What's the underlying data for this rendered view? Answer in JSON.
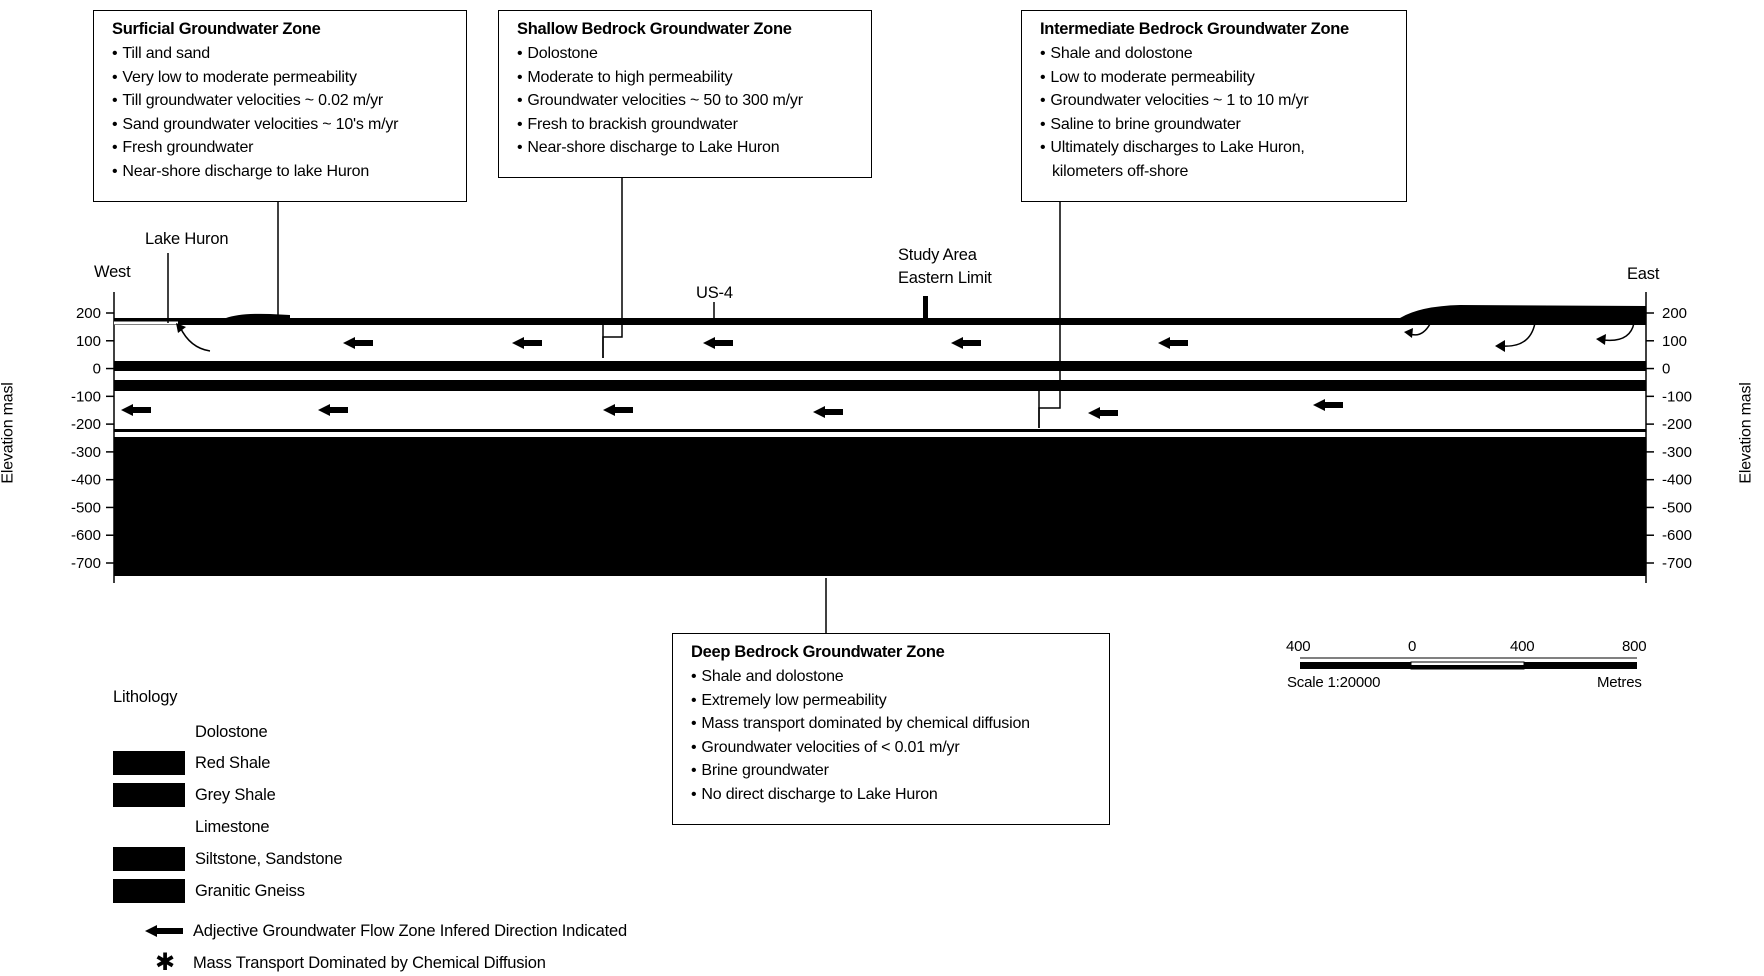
{
  "zones": {
    "surficial": {
      "title": "Surficial Groundwater Zone",
      "items": [
        "Till and sand",
        "Very low to moderate permeability",
        "Till groundwater velocities ~ 0.02 m/yr",
        "Sand groundwater velocities ~ 10's m/yr",
        "Fresh groundwater",
        "Near-shore discharge to lake Huron"
      ]
    },
    "shallow": {
      "title": "Shallow Bedrock Groundwater Zone",
      "items": [
        "Dolostone",
        "Moderate to high permeability",
        "Groundwater velocities ~ 50 to 300 m/yr",
        "Fresh to brackish groundwater",
        "Near-shore discharge to Lake Huron"
      ]
    },
    "intermediate": {
      "title": "Intermediate Bedrock Groundwater Zone",
      "items": [
        "Shale and dolostone",
        "Low to moderate permeability",
        "Groundwater velocities ~ 1 to 10 m/yr",
        "Saline to brine groundwater",
        "Ultimately discharges to Lake Huron,",
        "kilometers off-shore"
      ]
    },
    "deep": {
      "title": "Deep Bedrock Groundwater Zone",
      "items": [
        "Shale and dolostone",
        "Extremely low permeability",
        "Mass transport dominated by chemical diffusion",
        "Groundwater velocities of < 0.01 m/yr",
        "Brine groundwater",
        "No direct discharge to Lake Huron"
      ]
    }
  },
  "section": {
    "west_label": "West",
    "east_label": "East",
    "lake_label": "Lake Huron",
    "road_label": "US-4",
    "study_area_line1": "Study Area",
    "study_area_line2": "Eastern Limit",
    "axis_label": "Elevation masl",
    "ticks": [
      200,
      100,
      0,
      -100,
      -200,
      -300,
      -400,
      -500,
      -600,
      -700
    ],
    "elevation_range": [
      -700,
      200
    ]
  },
  "scale": {
    "tick_labels": [
      "400",
      "0",
      "400",
      "800"
    ],
    "ratio": "Scale 1:20000",
    "unit": "Metres"
  },
  "legend": {
    "title": "Lithology",
    "items": [
      "Dolostone",
      "Red Shale",
      "Grey Shale",
      "Limestone",
      "Siltstone, Sandstone",
      "Granitic Gneiss"
    ],
    "flow_arrow": "Adjective Groundwater Flow Zone Infered Direction Indicated",
    "diffusion": "Mass Transport Dominated by Chemical Diffusion"
  },
  "colors": {
    "fill": "#000000",
    "background": "#ffffff"
  }
}
